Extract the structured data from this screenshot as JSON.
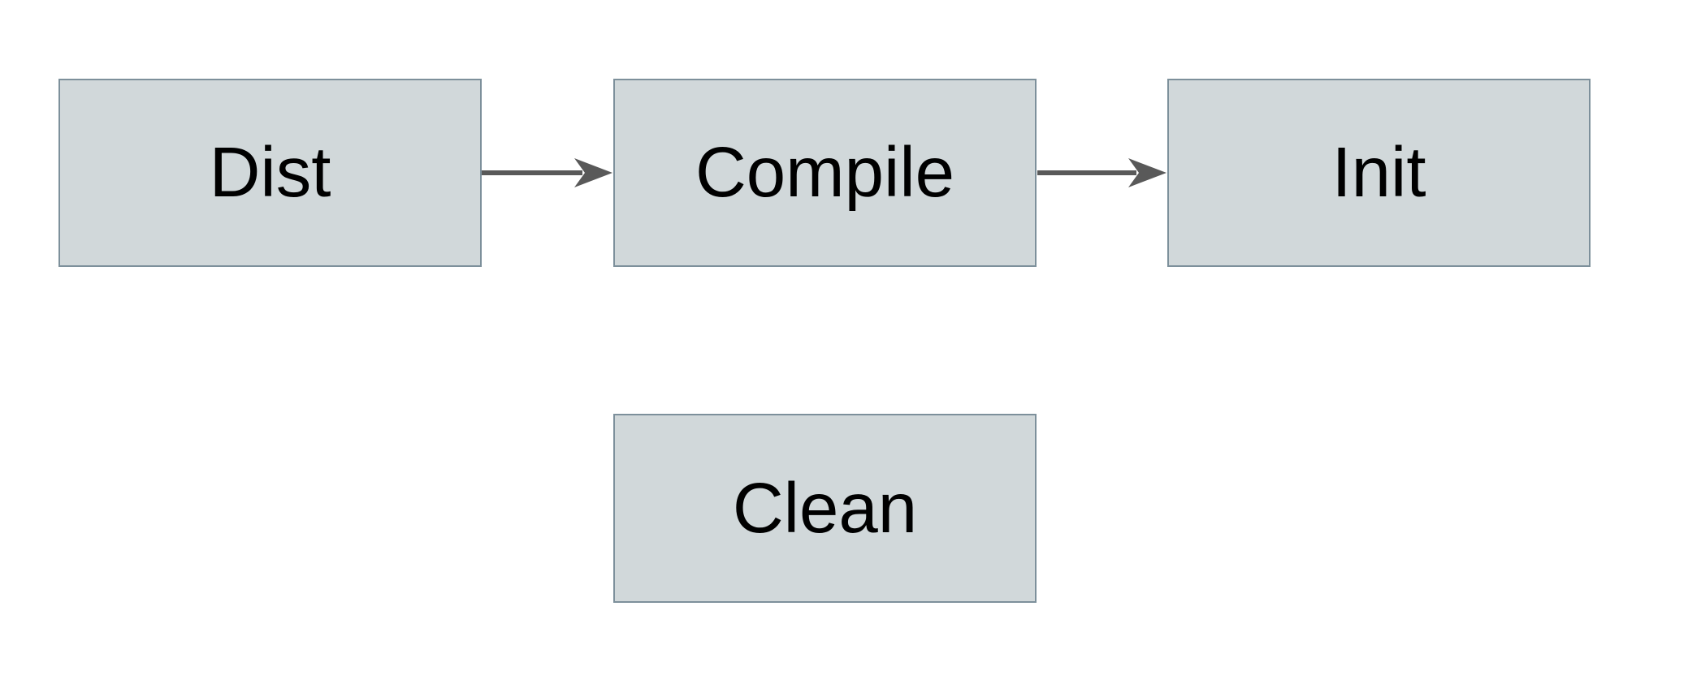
{
  "diagram": {
    "type": "flowchart",
    "background_color": "#ffffff",
    "nodes": [
      {
        "id": "dist",
        "label": "Dist"
      },
      {
        "id": "compile",
        "label": "Compile"
      },
      {
        "id": "init",
        "label": "Init"
      },
      {
        "id": "clean",
        "label": "Clean"
      }
    ],
    "edges": [
      {
        "from": "dist",
        "to": "compile",
        "style": "solid-arrow-right"
      },
      {
        "from": "compile",
        "to": "init",
        "style": "solid-arrow-right"
      }
    ],
    "colors": {
      "node_fill": "#d1d8da",
      "node_border": "#7d909b",
      "arrow": "#595959",
      "label_text": "#000000"
    }
  }
}
